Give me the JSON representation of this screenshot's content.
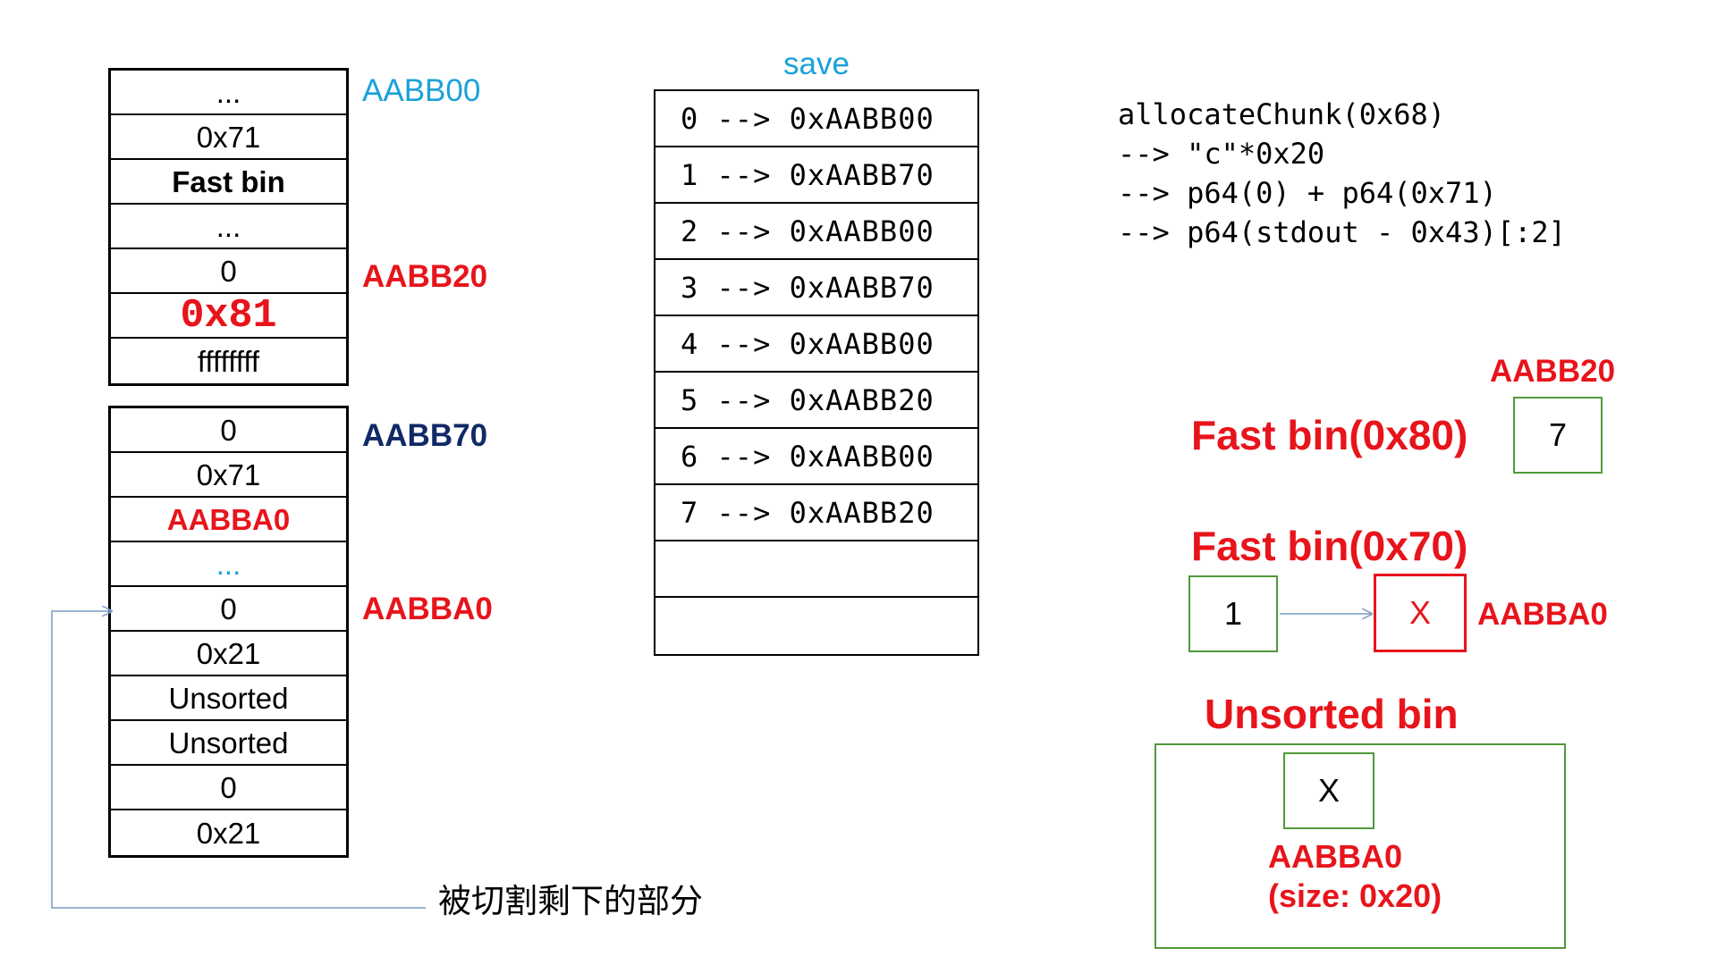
{
  "stack_top": [
    "...",
    "0x71",
    "Fast bin",
    "...",
    "0",
    "0x81",
    "ffffffff"
  ],
  "stack_bottom": [
    "0",
    "0x71",
    "AABBA0",
    "...",
    "0",
    "0x21",
    "Unsorted",
    "Unsorted",
    "0",
    "0x21"
  ],
  "addresses": {
    "a1": "AABB00",
    "a2": "AABB20",
    "a3": "AABB70",
    "a4": "AABBA0"
  },
  "save": {
    "title": "save",
    "rows": [
      "0 --> 0xAABB00",
      "1 --> 0xAABB70",
      "2 --> 0xAABB00",
      "3 --> 0xAABB70",
      "4 --> 0xAABB00",
      "5 --> 0xAABB20",
      "6 --> 0xAABB00",
      "7 --> 0xAABB20",
      "",
      ""
    ]
  },
  "code_lines": [
    "allocateChunk(0x68)",
    "--> \"c\"*0x20",
    "--> p64(0) + p64(0x71)",
    "--> p64(stdout - 0x43)[:2]"
  ],
  "fastbin80": {
    "title": "Fast bin(0x80)",
    "addr": "AABB20",
    "value": "7"
  },
  "fastbin70": {
    "title": "Fast bin(0x70)",
    "first": "1",
    "second": "X",
    "addr": "AABBA0"
  },
  "unsorted": {
    "title": "Unsorted bin",
    "value": "X",
    "addr": "AABBA0",
    "size": "(size: 0x20)"
  },
  "note": "被切割剩下的部分",
  "colors": {
    "red": "#e8141b",
    "light_blue": "#1ba2d8",
    "navy": "#102a66",
    "green": "#4f9a3a",
    "arrow": "#7a9cc6"
  }
}
